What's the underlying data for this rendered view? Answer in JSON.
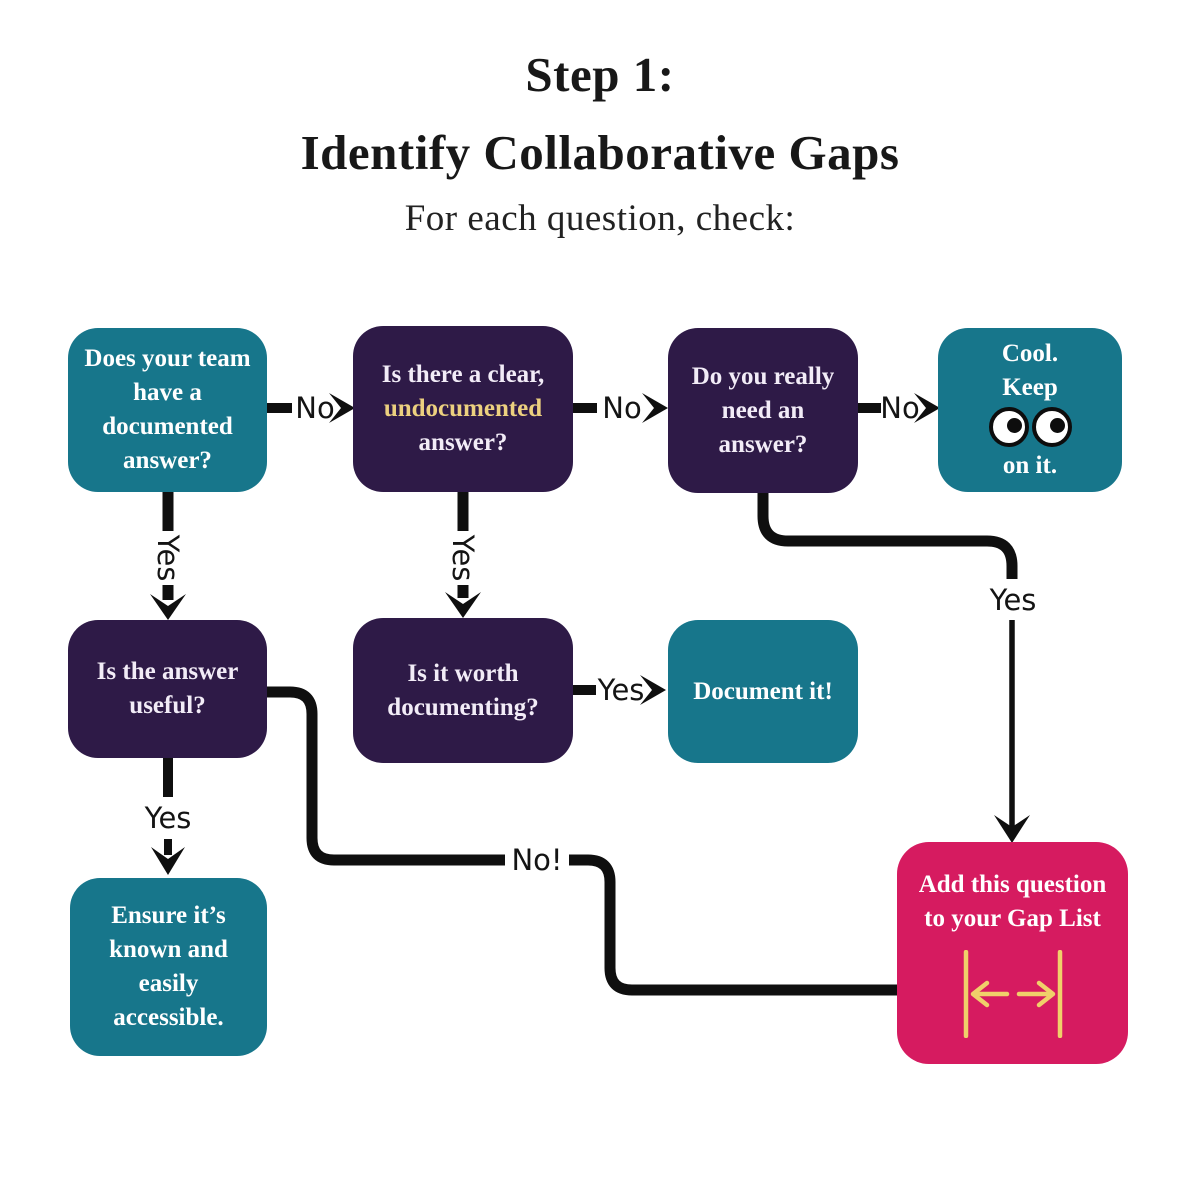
{
  "header": {
    "title_line1": "Step 1:",
    "title_line2": "Identify Collaborative Gaps",
    "subtitle": "For each question, check:"
  },
  "boxes": {
    "team_documented": {
      "lines": [
        "Does your team",
        "have a",
        "documented",
        "answer?"
      ]
    },
    "clear_undocumented": {
      "lines": [
        "Is there a clear,",
        "undocumented",
        "answer?"
      ],
      "accent_word": "undocumented"
    },
    "really_need": {
      "lines": [
        "Do you really",
        "need an",
        "answer?"
      ]
    },
    "keep_eyes": {
      "lines": [
        "Cool.",
        "Keep",
        "on it."
      ],
      "icon": "eyes-icon"
    },
    "answer_useful": {
      "lines": [
        "Is the answer",
        "useful?"
      ]
    },
    "worth_documenting": {
      "lines": [
        "Is it worth",
        "documenting?"
      ]
    },
    "document_it": {
      "lines": [
        "Document it!"
      ]
    },
    "ensure_known": {
      "lines": [
        "Ensure it’s",
        "known and",
        "easily",
        "accessible."
      ]
    },
    "gap_list": {
      "lines": [
        "Add this question",
        "to your Gap List"
      ],
      "icon": "gap-list-icon"
    }
  },
  "connector_labels": {
    "no_documented": "No",
    "no_clear": "No",
    "no_need": "No",
    "yes_documented": "Yes",
    "yes_clear": "Yes",
    "yes_worth": "Yes",
    "yes_useful": "Yes",
    "yes_need": "Yes",
    "no_useful": "No!"
  },
  "colors": {
    "teal": "#17768b",
    "dark_purple": "#2e1a47",
    "pink": "#d61b60",
    "accent_yellow": "#ecd07f",
    "icon_yellow": "#f0d06a",
    "line_black": "#0f0f0f",
    "text_white": "#ffffff",
    "background": "#ffffff"
  }
}
